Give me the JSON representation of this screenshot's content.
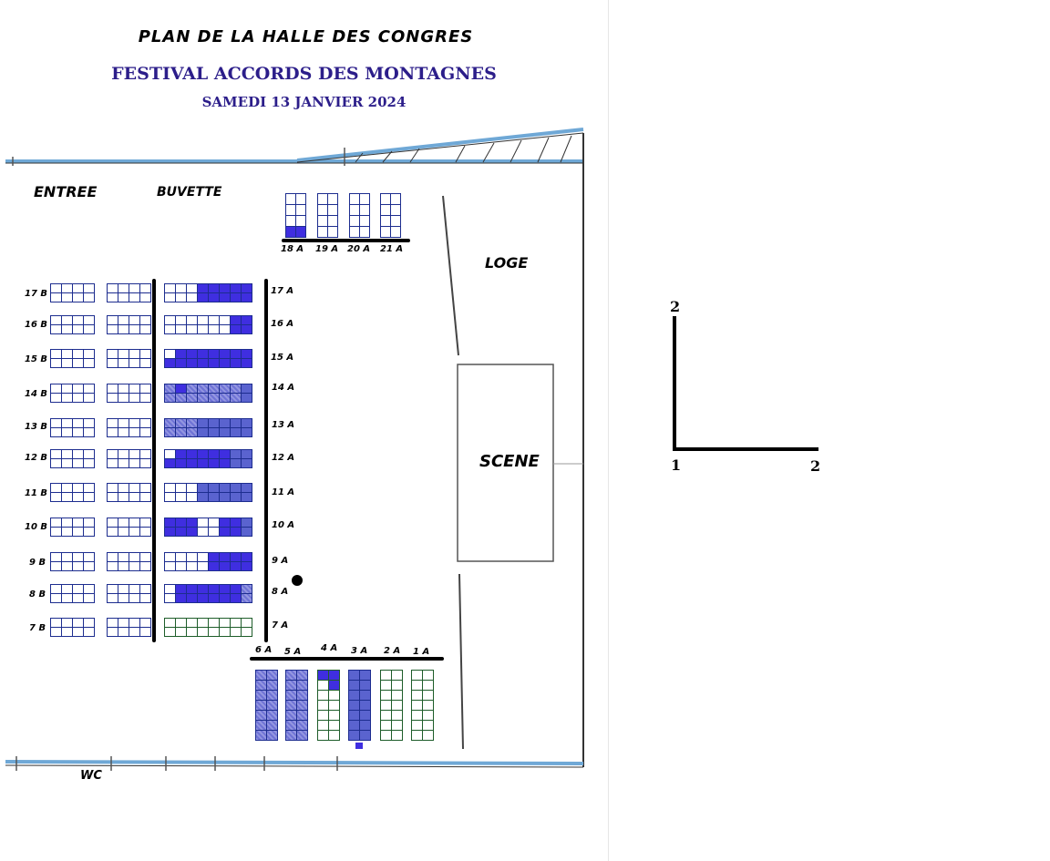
{
  "header": {
    "title": "PLAN DE LA HALLE DES CONGRES",
    "event": "FESTIVAL ACCORDS DES MONTAGNES",
    "date": "SAMEDI 13 JANVIER 2024"
  },
  "zones": {
    "entrance": "ENTREE",
    "bar": "BUVETTE",
    "dressing_room": "LOGE",
    "stage": "SCENE",
    "toilets": "WC"
  },
  "rows_b": [
    "17 B",
    "16 B",
    "15 B",
    "14 B",
    "13 B",
    "12 B",
    "11 B",
    "10 B",
    "9 B",
    "8 B",
    "7 B"
  ],
  "rows_a_left": [
    "17 A",
    "16 A",
    "15 A",
    "14 A",
    "13 A",
    "12 A",
    "11 A",
    "10 A",
    "9 A",
    "8 A",
    "7 A"
  ],
  "rows_a_top": [
    "18 A",
    "19 A",
    "20 A",
    "21 A"
  ],
  "rows_a_bottom": [
    "6 A",
    "5 A",
    "4 A",
    "3 A",
    "2 A",
    "1 A"
  ],
  "legend": {
    "y_axis_label": "2",
    "origin_label": "1",
    "x_axis_label": "2"
  },
  "colors": {
    "title_blue": "#2c1e8a",
    "seat_taken": "#3f2ee0",
    "seat_outline": "#1d2d8f",
    "wall_blue": "#6fa8d6"
  }
}
